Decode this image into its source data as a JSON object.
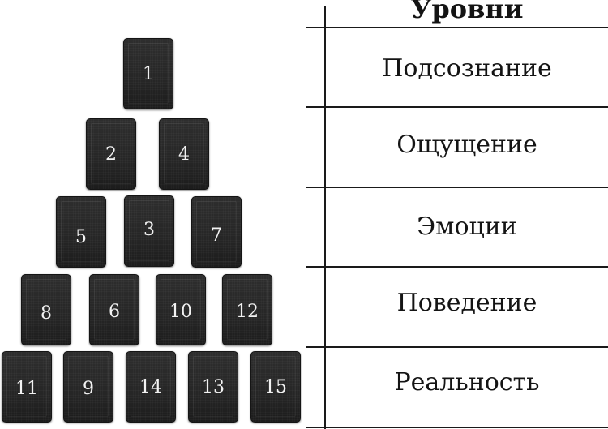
{
  "table": {
    "header": "Уровни",
    "levels": [
      {
        "label": "Подсознание"
      },
      {
        "label": "Ощущение"
      },
      {
        "label": "Эмоции"
      },
      {
        "label": "Поведение"
      },
      {
        "label": "Реальность"
      }
    ]
  },
  "pyramid": {
    "rows": [
      {
        "level": "Подсознание",
        "cards": [
          "1"
        ]
      },
      {
        "level": "Ощущение",
        "cards": [
          "2",
          "4"
        ]
      },
      {
        "level": "Эмоции",
        "cards": [
          "5",
          "3",
          "7"
        ]
      },
      {
        "level": "Поведение",
        "cards": [
          "8",
          "6",
          "10",
          "12"
        ]
      },
      {
        "level": "Реальность",
        "cards": [
          "11",
          "9",
          "14",
          "13",
          "15"
        ]
      }
    ]
  },
  "colors": {
    "card_background": "#262626",
    "card_text": "#f2f2f2",
    "line": "#1a1a1a",
    "text": "#141414"
  }
}
